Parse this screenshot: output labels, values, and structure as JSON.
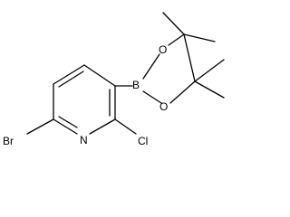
{
  "molecule": {
    "atoms": {
      "bromine": "Br",
      "ring_nitrogen": "N",
      "chlorine": "Cl",
      "boron": "B",
      "oxygen_upper": "O",
      "oxygen_lower": "O"
    },
    "colors": {
      "bond": "#000000",
      "label": "#000000",
      "background": "#ffffff"
    }
  }
}
